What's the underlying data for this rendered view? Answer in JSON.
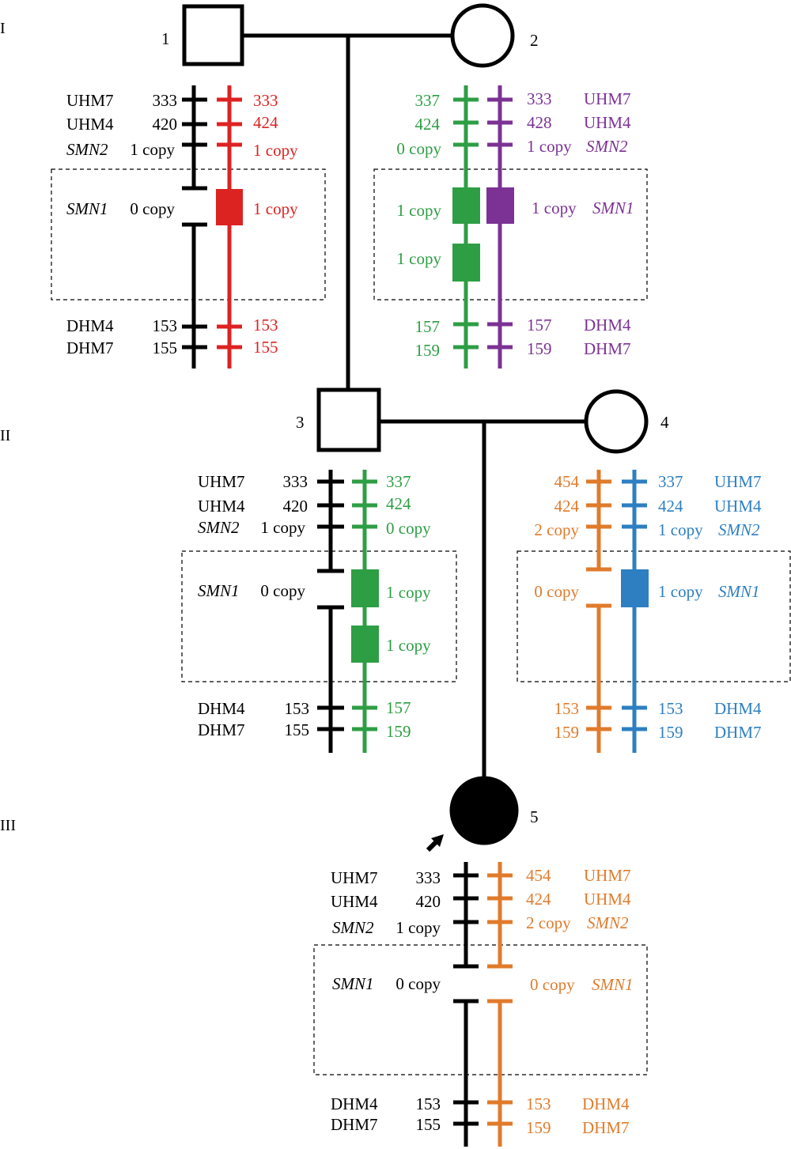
{
  "colors": {
    "black": "#000000",
    "red": "#dd2222",
    "green": "#2e9e44",
    "purple": "#7b3294",
    "orange": "#e07b2c",
    "blue": "#2e7fc1"
  },
  "generations": [
    "I",
    "II",
    "III"
  ],
  "individuals": [
    {
      "id": "1",
      "sex": "male",
      "affected": false
    },
    {
      "id": "2",
      "sex": "female",
      "affected": false
    },
    {
      "id": "3",
      "sex": "male",
      "affected": false
    },
    {
      "id": "4",
      "sex": "female",
      "affected": false
    },
    {
      "id": "5",
      "sex": "female",
      "affected": true,
      "proband": true
    }
  ],
  "marker_names": {
    "uhm7": "UHM7",
    "uhm4": "UHM4",
    "smn2": "SMN2",
    "smn1": "SMN1",
    "dhm4": "DHM4",
    "dhm7": "DHM7"
  },
  "haplotypes": {
    "ind1_black": {
      "uhm7": "333",
      "uhm4": "420",
      "smn2": "1 copy",
      "smn1": "0 copy",
      "dhm4": "153",
      "dhm7": "155"
    },
    "ind1_red": {
      "uhm7": "333",
      "uhm4": "424",
      "smn2": "1 copy",
      "smn1": "1 copy",
      "dhm4": "153",
      "dhm7": "155"
    },
    "ind2_green": {
      "uhm7": "337",
      "uhm4": "424",
      "smn2": "0 copy",
      "smn1_a": "1 copy",
      "smn1_b": "1 copy",
      "dhm4": "157",
      "dhm7": "159"
    },
    "ind2_purple": {
      "uhm7": "333",
      "uhm4": "428",
      "smn2": "1 copy",
      "smn1": "1 copy",
      "dhm4": "157",
      "dhm7": "159"
    },
    "ind3_black": {
      "uhm7": "333",
      "uhm4": "420",
      "smn2": "1 copy",
      "smn1": "0 copy",
      "dhm4": "153",
      "dhm7": "155"
    },
    "ind3_green": {
      "uhm7": "337",
      "uhm4": "424",
      "smn2": "0 copy",
      "smn1_a": "1 copy",
      "smn1_b": "1 copy",
      "dhm4": "157",
      "dhm7": "159"
    },
    "ind4_orange": {
      "uhm7": "454",
      "uhm4": "424",
      "smn2": "2 copy",
      "smn1": "0 copy",
      "dhm4": "153",
      "dhm7": "159"
    },
    "ind4_blue": {
      "uhm7": "337",
      "uhm4": "424",
      "smn2": "1 copy",
      "smn1": "1 copy",
      "dhm4": "153",
      "dhm7": "159"
    },
    "ind5_black": {
      "uhm7": "333",
      "uhm4": "420",
      "smn2": "1 copy",
      "smn1": "0 copy",
      "dhm4": "153",
      "dhm7": "155"
    },
    "ind5_orange": {
      "uhm7": "454",
      "uhm4": "424",
      "smn2": "2 copy",
      "smn1": "0 copy",
      "dhm4": "153",
      "dhm7": "159"
    }
  }
}
